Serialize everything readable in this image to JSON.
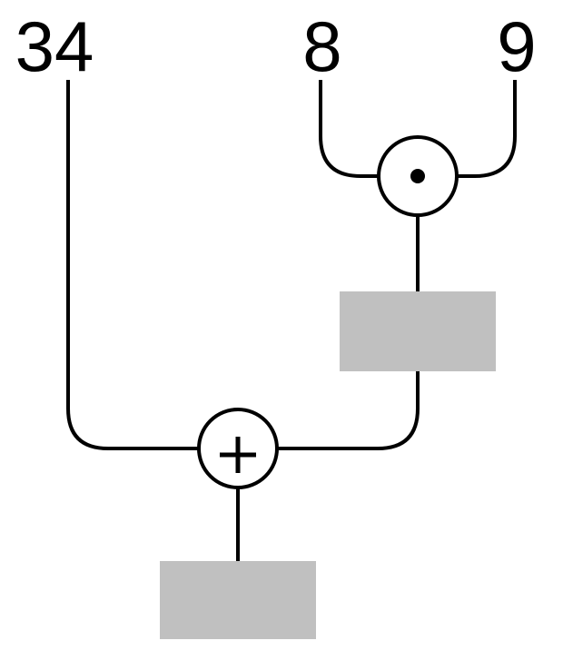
{
  "inputs": {
    "left": "34",
    "middle": "8",
    "right": "9"
  },
  "operators": {
    "top": "multiply",
    "bottom": "add"
  },
  "answer_boxes": [
    "",
    ""
  ],
  "colors": {
    "line": "#000000",
    "answer_box": "#c0c0c0",
    "background": "#ffffff"
  }
}
